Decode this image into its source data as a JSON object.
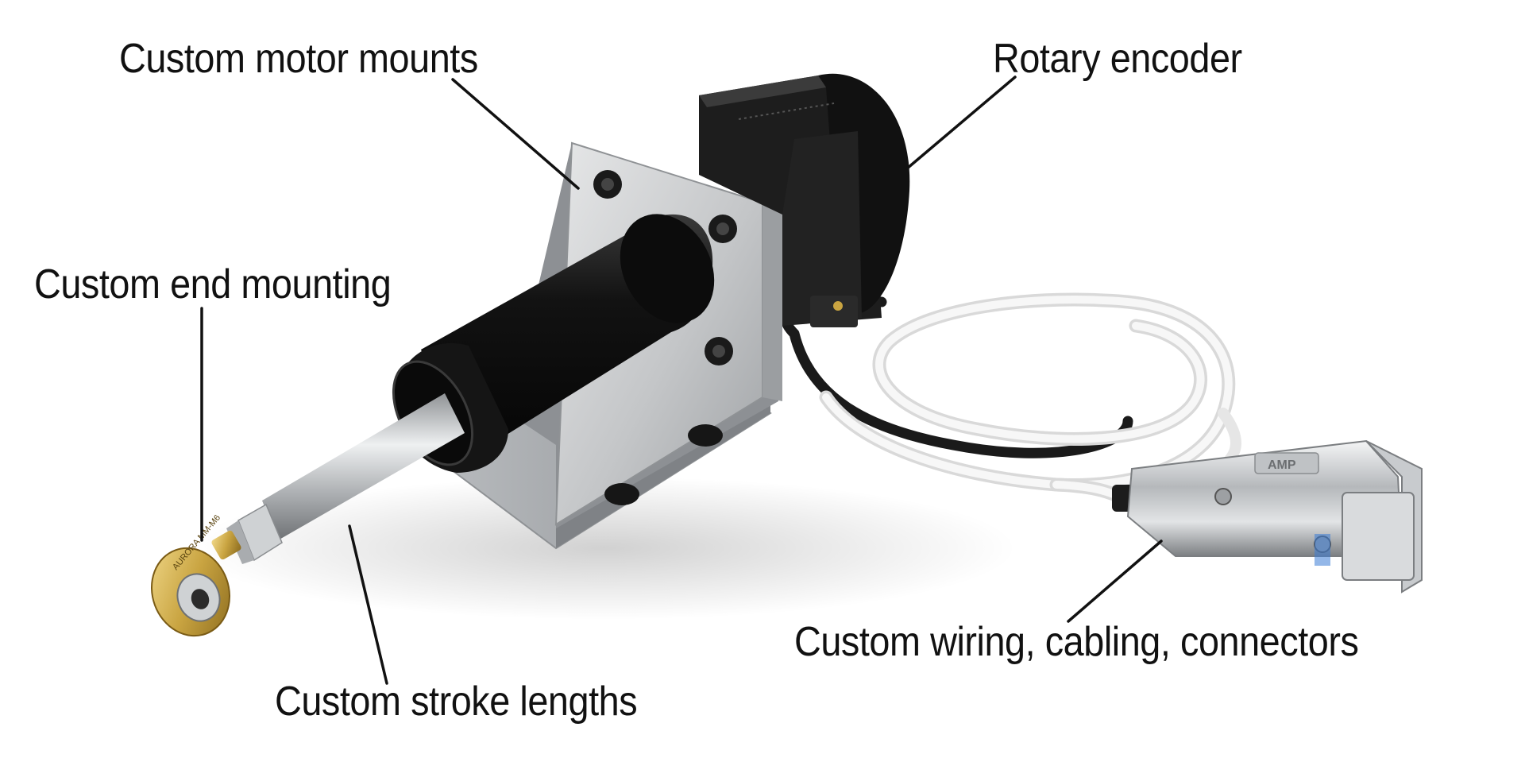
{
  "labels": {
    "motor_mounts": "Custom motor mounts",
    "rotary_encoder": "Rotary encoder",
    "end_mounting": "Custom end mounting",
    "stroke_lengths": "Custom stroke lengths",
    "wiring": "Custom wiring, cabling, connectors"
  },
  "engravings": {
    "rod_end": "AURORA MM-M6",
    "connector_shell": "AMP"
  },
  "colors": {
    "label_text": "#111111",
    "leader_line": "#111111",
    "bracket_aluminum": "#c9cbcd",
    "motor_black": "#1d1d1d",
    "rod_steel": "#b9bcbf",
    "cable_white": "#f2f2f2",
    "rod_end_brass": "#c9a441"
  }
}
